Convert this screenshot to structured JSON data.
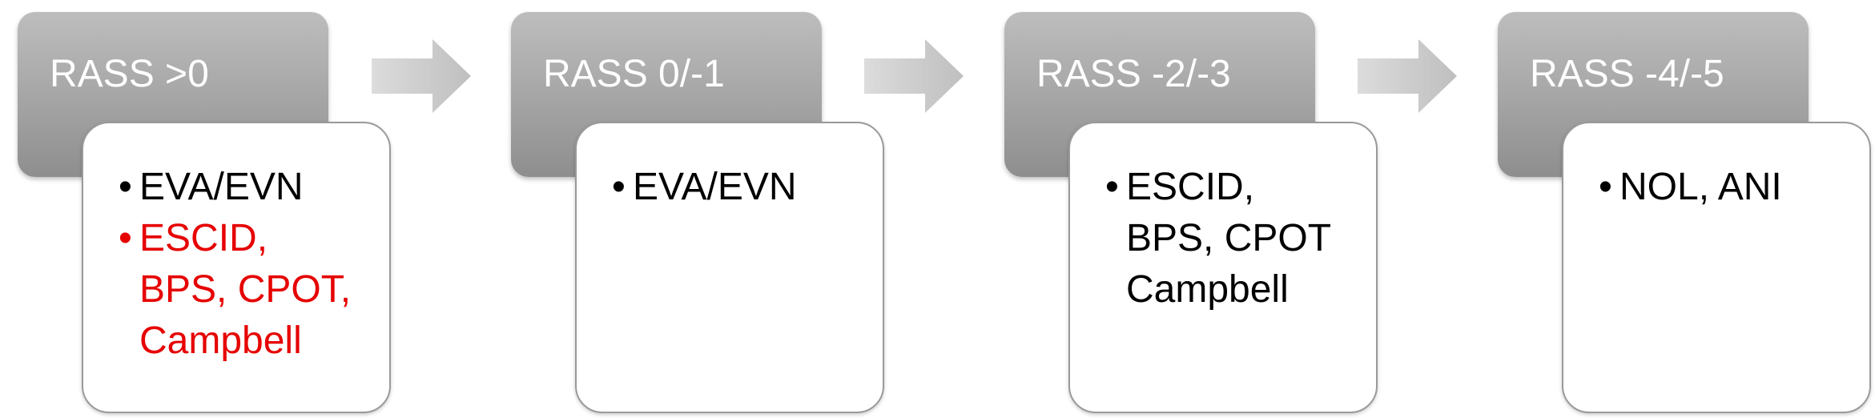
{
  "diagram": {
    "steps": [
      {
        "title": "RASS >0",
        "items": [
          {
            "text": "EVA/EVN",
            "color": "#000000"
          },
          {
            "text": "ESCID,\nBPS, CPOT,\nCampbell",
            "color": "#e60000"
          }
        ]
      },
      {
        "title": "RASS 0/-1",
        "items": [
          {
            "text": "EVA/EVN",
            "color": "#000000"
          }
        ]
      },
      {
        "title": "RASS -2/-3",
        "items": [
          {
            "text": "ESCID,\nBPS, CPOT\nCampbell",
            "color": "#000000"
          }
        ]
      },
      {
        "title": "RASS -4/-5",
        "items": [
          {
            "text": "NOL, ANI",
            "color": "#000000"
          }
        ]
      }
    ],
    "bullet": "•",
    "arrow_color": "#c8c8c8",
    "header_color": "#a6a6a6",
    "alert_color": "#e60000"
  }
}
